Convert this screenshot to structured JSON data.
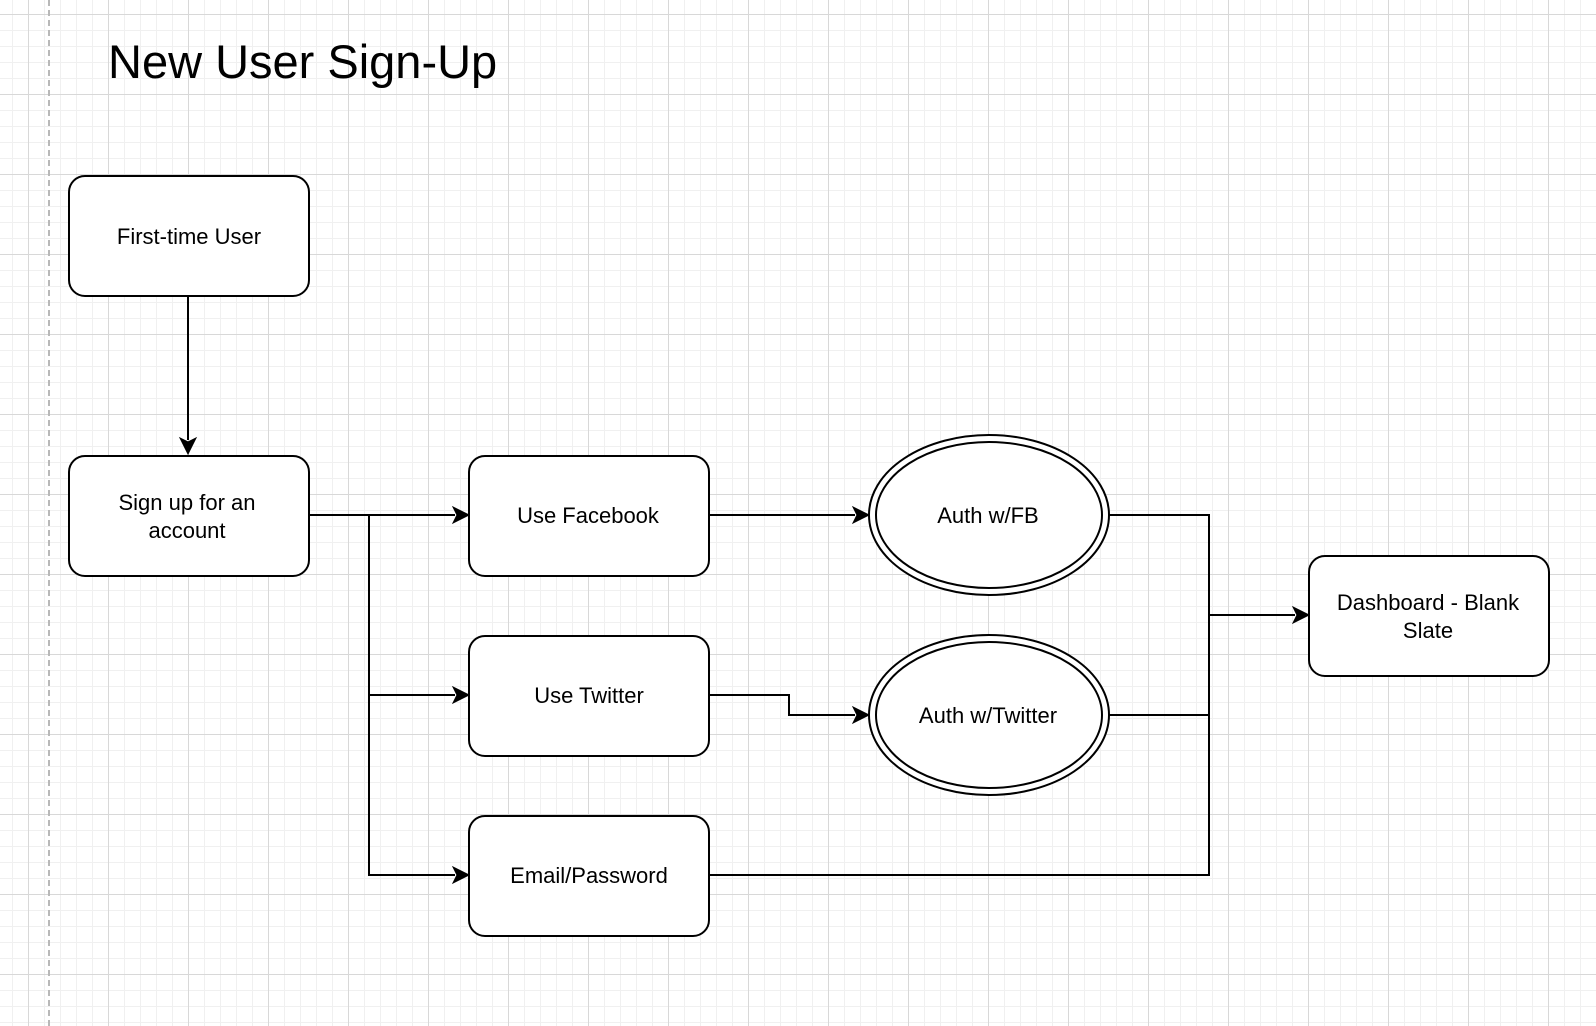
{
  "title": "New User Sign-Up",
  "colors": {
    "stroke": "#000000",
    "fill": "#ffffff",
    "grid_major": "#d8d8d8",
    "grid_minor": "#f0f0f0"
  },
  "nodes": {
    "first_time_user": {
      "shape": "rounded-rectangle",
      "lines": [
        "First-time User"
      ]
    },
    "sign_up": {
      "shape": "rounded-rectangle",
      "lines": [
        "Sign up for an",
        "account"
      ]
    },
    "use_facebook": {
      "shape": "rounded-rectangle",
      "lines": [
        "Use Facebook"
      ]
    },
    "use_twitter": {
      "shape": "rounded-rectangle",
      "lines": [
        "Use Twitter"
      ]
    },
    "email_password": {
      "shape": "rounded-rectangle",
      "lines": [
        "Email/Password"
      ]
    },
    "auth_fb": {
      "shape": "double-ellipse",
      "lines": [
        "Auth w/FB"
      ]
    },
    "auth_twitter": {
      "shape": "double-ellipse",
      "lines": [
        "Auth w/Twitter"
      ]
    },
    "dashboard": {
      "shape": "rounded-rectangle",
      "lines": [
        "Dashboard - Blank",
        "Slate"
      ]
    }
  },
  "edges": [
    {
      "from": "first_time_user",
      "to": "sign_up"
    },
    {
      "from": "sign_up",
      "to": "use_facebook"
    },
    {
      "from": "sign_up",
      "to": "use_twitter"
    },
    {
      "from": "sign_up",
      "to": "email_password"
    },
    {
      "from": "use_facebook",
      "to": "auth_fb"
    },
    {
      "from": "use_twitter",
      "to": "auth_twitter"
    },
    {
      "from": "auth_fb",
      "to": "dashboard"
    },
    {
      "from": "auth_twitter",
      "to": "dashboard"
    },
    {
      "from": "email_password",
      "to": "dashboard"
    }
  ]
}
